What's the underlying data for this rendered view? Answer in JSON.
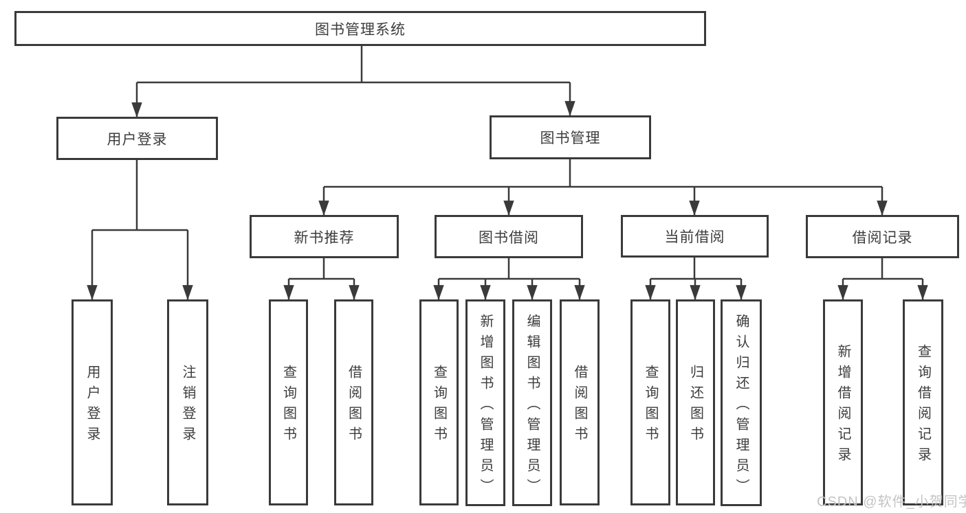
{
  "diagram_type": "hierarchy-tree",
  "tree": {
    "root": "图书管理系统",
    "user_login": {
      "label": "用户登录",
      "children": [
        "用户登录",
        "注销登录"
      ]
    },
    "book_management": {
      "label": "图书管理",
      "groups": [
        {
          "label": "新书推荐",
          "children": [
            "查询图书",
            "借阅图书"
          ]
        },
        {
          "label": "图书借阅",
          "children": [
            "查询图书",
            "新增图书（管理员）",
            "编辑图书（管理员）",
            "借阅图书"
          ]
        },
        {
          "label": "当前借阅",
          "children": [
            "查询图书",
            "归还图书",
            "确认归还（管理员）"
          ]
        },
        {
          "label": "借阅记录",
          "children": [
            "新增借阅记录",
            "查询借阅记录"
          ]
        }
      ]
    }
  },
  "watermark": "CSDN @软件_小贺同学",
  "colors": {
    "line": "#3a3a3a",
    "text": "#3d3d3d",
    "watermark": "#c4c4c4",
    "background": "#ffffff"
  }
}
